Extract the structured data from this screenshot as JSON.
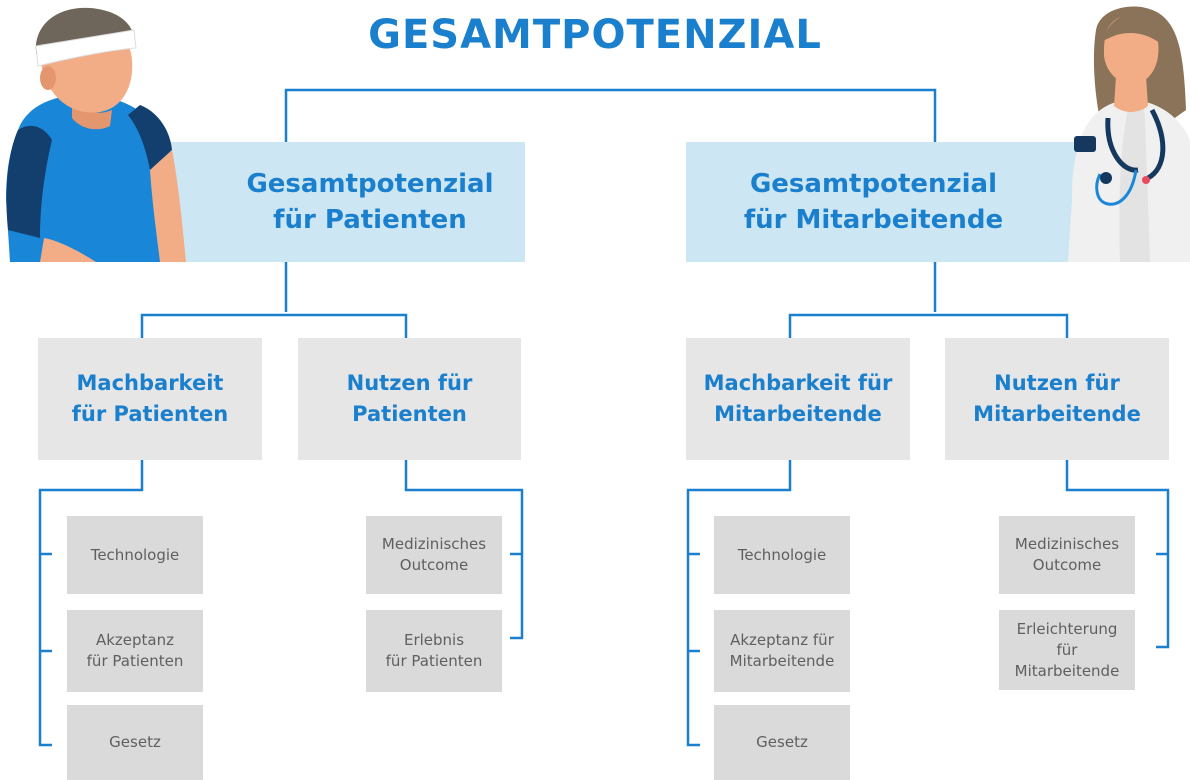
{
  "title": "GESAMTPOTENZIAL",
  "patients": {
    "label": "Gesamtpotenzial\nfür Patienten",
    "feasibility": {
      "label": "Machbarkeit\nfür Patienten",
      "items": [
        "Technologie",
        "Akzeptanz\nfür Patienten",
        "Gesetz"
      ]
    },
    "benefit": {
      "label": "Nutzen für\nPatienten",
      "items": [
        "Medizinisches\nOutcome",
        "Erlebnis\nfür Patienten"
      ]
    }
  },
  "staff": {
    "label": "Gesamtpotenzial\nfür Mitarbeitende",
    "feasibility": {
      "label": "Machbarkeit für\nMitarbeitende",
      "items": [
        "Technologie",
        "Akzeptanz für\nMitarbeitende",
        "Gesetz"
      ]
    },
    "benefit": {
      "label": "Nutzen für\nMitarbeitende",
      "items": [
        "Medizinisches\nOutcome",
        "Erleichterung\nfür\nMitarbeitende"
      ]
    }
  },
  "colors": {
    "accent": "#1a7fcc",
    "level1_bg": "#cde6f4",
    "level2_bg": "#e6e6e6",
    "level3_bg": "#dadada",
    "level3_text": "#5f5f5f"
  },
  "icons": [
    "patient-illustration",
    "doctor-illustration"
  ]
}
